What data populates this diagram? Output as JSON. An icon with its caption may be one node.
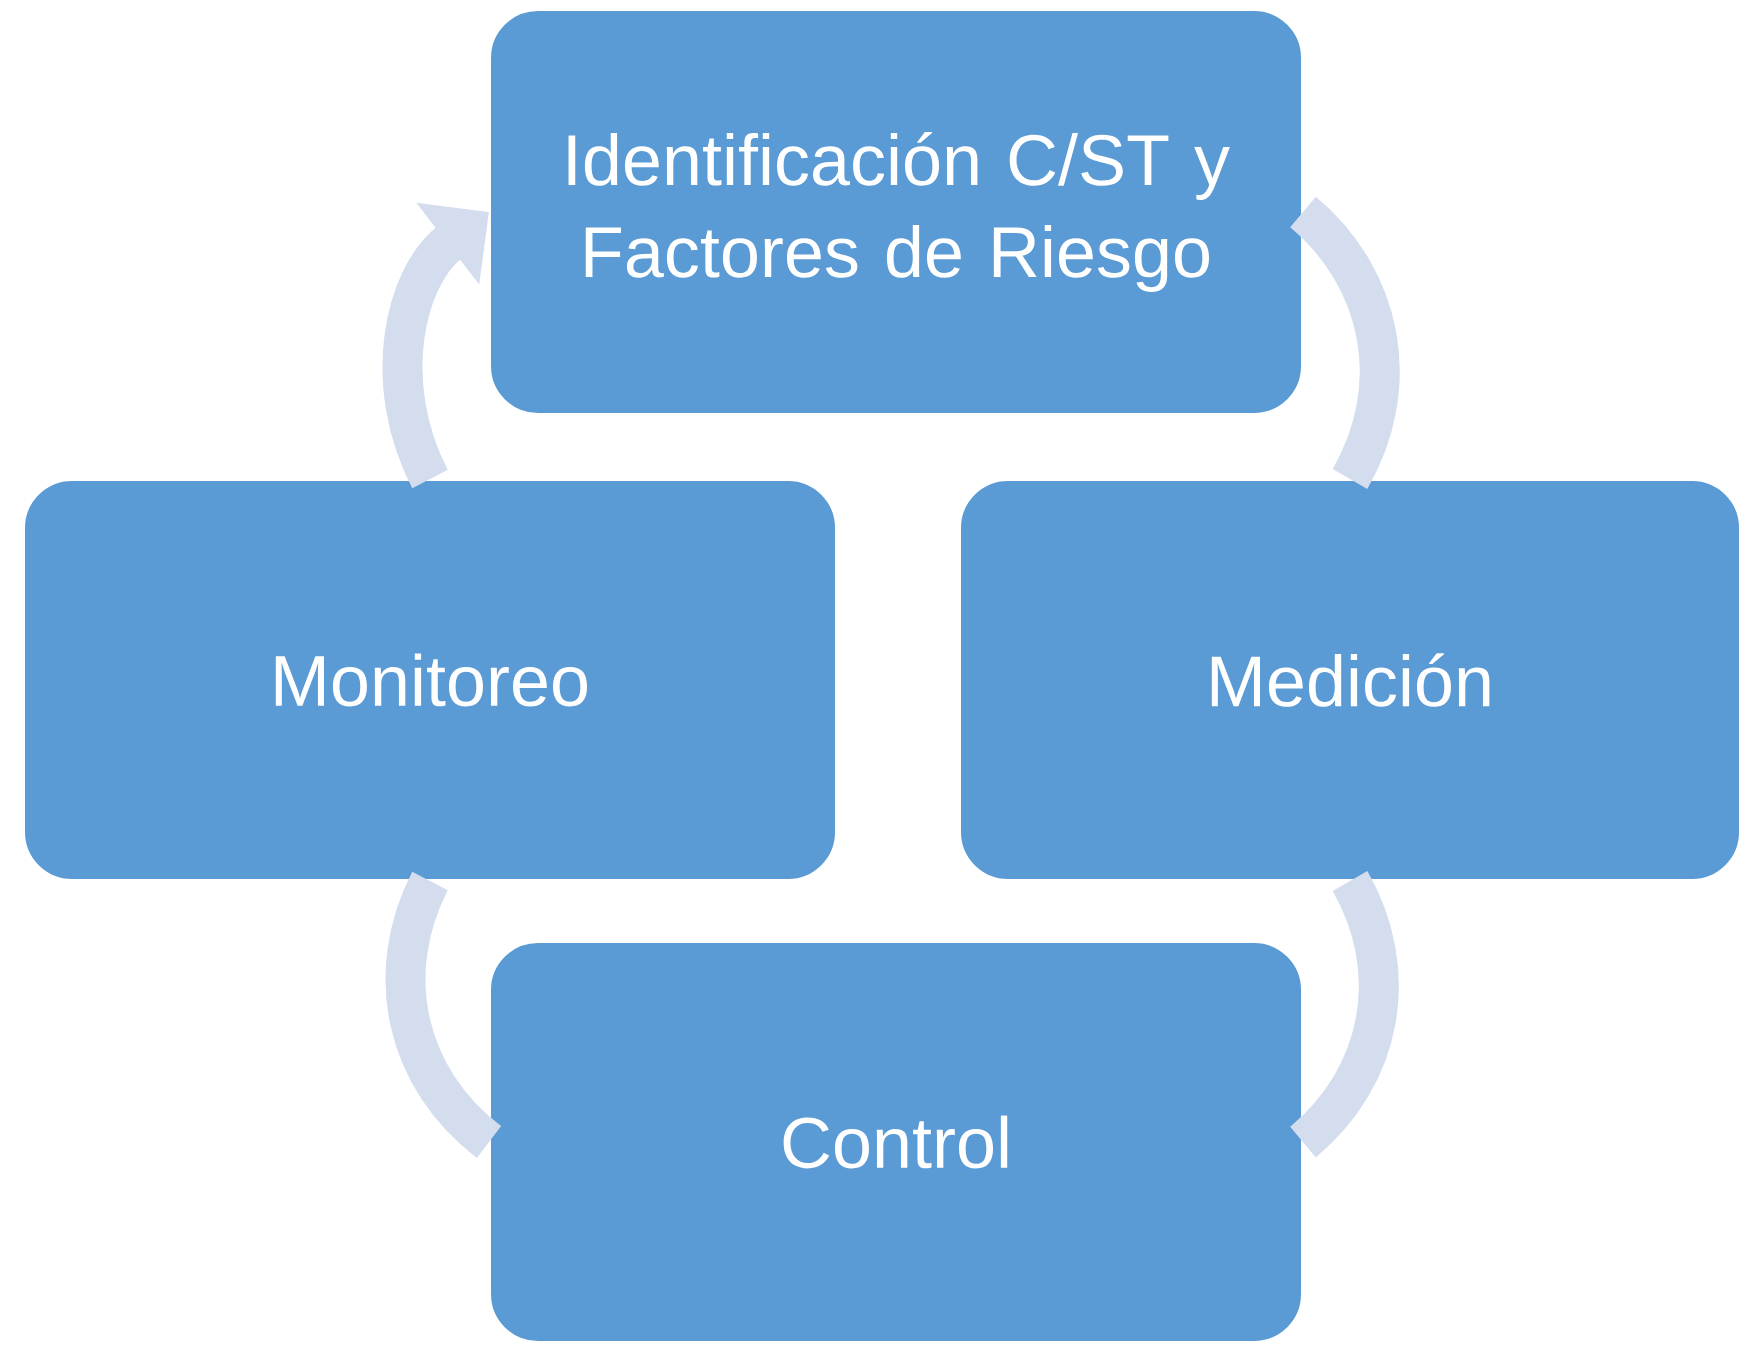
{
  "diagram": {
    "nodes": [
      {
        "text": [
          "Identificación C/ST y Factores de Riesgo"
        ]
      },
      {
        "text": [
          "Monitoreo"
        ]
      },
      {
        "text": [
          "Medición"
        ]
      },
      {
        "text": [
          "Control"
        ]
      }
    ],
    "edges": [
      {
        "from": 0,
        "to": 2,
        "arrow": "none"
      },
      {
        "from": 2,
        "to": 3,
        "arrow": "none"
      },
      {
        "from": 3,
        "to": 1,
        "arrow": "none"
      },
      {
        "from": 1,
        "to": 0,
        "arrow": "to"
      }
    ]
  }
}
